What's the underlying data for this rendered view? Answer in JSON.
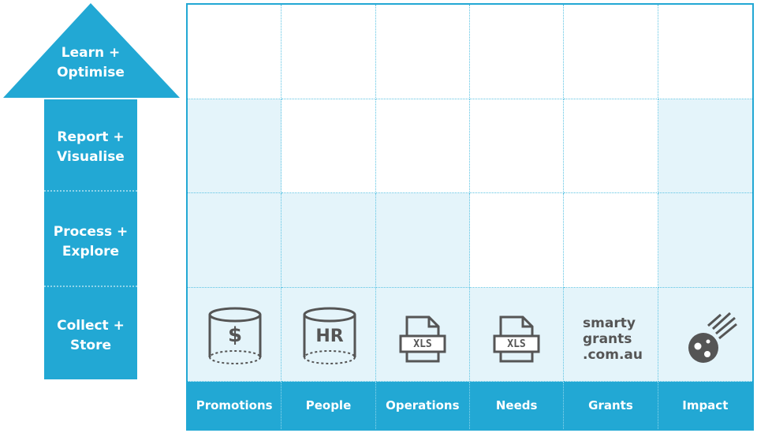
{
  "colors": {
    "accent": "#22a8d4",
    "shaded_cell": "#e4f4fa",
    "icon_gray": "#555555"
  },
  "stages": [
    {
      "key": "learn",
      "label": "Learn +\nOptimise"
    },
    {
      "key": "report",
      "label": "Report +\nVisualise"
    },
    {
      "key": "process",
      "label": "Process +\nExplore"
    },
    {
      "key": "collect",
      "label": "Collect +\nStore"
    }
  ],
  "columns": [
    {
      "label": "Promotions",
      "icon": "database-dollar-icon",
      "icon_text": "$"
    },
    {
      "label": "People",
      "icon": "database-hr-icon",
      "icon_text": "HR"
    },
    {
      "label": "Operations",
      "icon": "xls-file-icon",
      "icon_text": "XLS"
    },
    {
      "label": "Needs",
      "icon": "xls-file-icon",
      "icon_text": "XLS"
    },
    {
      "label": "Grants",
      "icon": "smartygrants-logo",
      "icon_text": "smarty\ngrants\n.com.au"
    },
    {
      "label": "Impact",
      "icon": "meteor-icon",
      "icon_text": ""
    }
  ],
  "shaded_rows": [
    [
      false,
      false,
      false,
      false,
      false,
      false
    ],
    [
      true,
      false,
      false,
      false,
      false,
      true
    ],
    [
      true,
      true,
      true,
      false,
      false,
      true
    ],
    [
      true,
      true,
      true,
      true,
      true,
      true
    ]
  ]
}
